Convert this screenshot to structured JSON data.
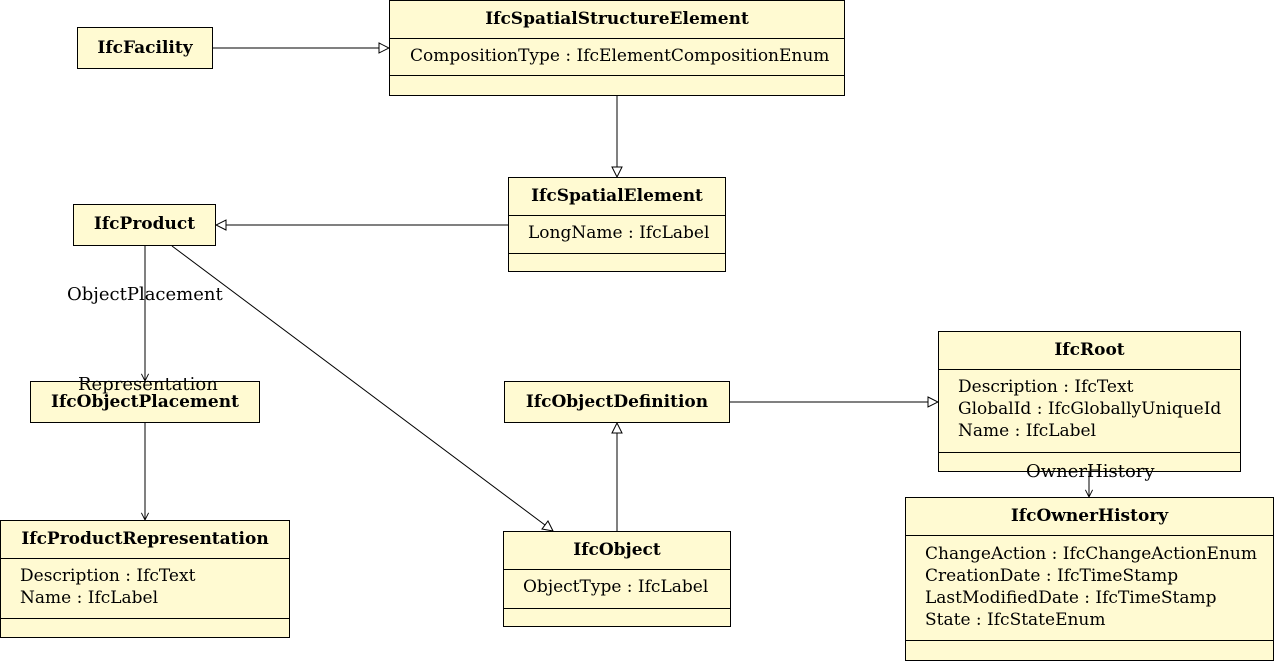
{
  "classes": {
    "facility": {
      "name": "IfcFacility",
      "attrs": []
    },
    "spatial_structure_element": {
      "name": "IfcSpatialStructureElement",
      "attrs": [
        "CompositionType : IfcElementCompositionEnum"
      ]
    },
    "spatial_element": {
      "name": "IfcSpatialElement",
      "attrs": [
        "LongName : IfcLabel"
      ]
    },
    "product": {
      "name": "IfcProduct",
      "attrs": []
    },
    "object_placement": {
      "name": "IfcObjectPlacement",
      "attrs": []
    },
    "product_representation": {
      "name": "IfcProductRepresentation",
      "attrs": [
        "Description : IfcText",
        "Name : IfcLabel"
      ]
    },
    "object_definition": {
      "name": "IfcObjectDefinition",
      "attrs": []
    },
    "object": {
      "name": "IfcObject",
      "attrs": [
        "ObjectType : IfcLabel"
      ]
    },
    "root": {
      "name": "IfcRoot",
      "attrs": [
        "Description : IfcText",
        "GlobalId : IfcGloballyUniqueId",
        "Name : IfcLabel"
      ]
    },
    "owner_history": {
      "name": "IfcOwnerHistory",
      "attrs": [
        "ChangeAction : IfcChangeActionEnum",
        "CreationDate : IfcTimeStamp",
        "LastModifiedDate : IfcTimeStamp",
        "State : IfcStateEnum"
      ]
    }
  },
  "labels": {
    "object_placement": "ObjectPlacement",
    "representation": "Representation",
    "owner_history": "OwnerHistory"
  },
  "colors": {
    "class_fill": "#fffad2",
    "line": "#000000"
  }
}
